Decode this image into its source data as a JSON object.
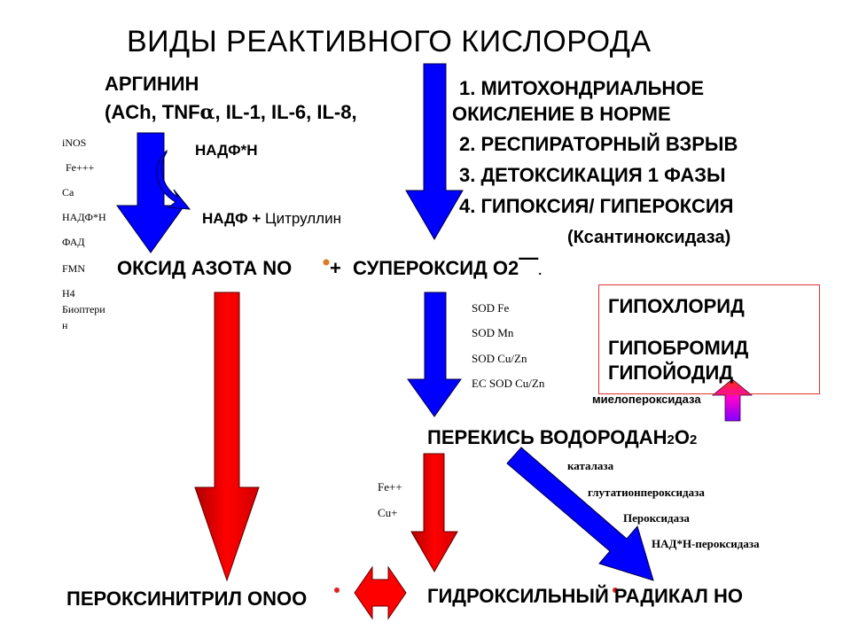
{
  "title": "ВИДЫ РЕАКТИВНОГО КИСЛОРОДА",
  "arginine": {
    "line1": "АРГИНИН",
    "line2_prefix": "(ACh, TNF",
    "line2_alpha": "α",
    "line2_suffix": ", IL-1, IL-6, IL-8,"
  },
  "cofactors": [
    "iNOS",
    "Fe+++",
    "Ca",
    "НАДФ*Н",
    "ФАД",
    "FMN",
    "H4",
    "Биоптери",
    "н"
  ],
  "nadph_top": "НАДФ*Н",
  "nadp_citrulline": {
    "nadp": "НАДФ",
    "plus": "+",
    "citrulline": "Цитруллин"
  },
  "sources": {
    "item1_line1": "1. МИТОХОНДРИАЛЬНОЕ",
    "item1_line2": "ОКИСЛЕНИЕ В НОРМЕ",
    "item2": "2. РЕСПИРАТОРНЫЙ ВЗРЫВ",
    "item3": "3. ДЕТОКСИКАЦИЯ 1 ФАЗЫ",
    "item4": "4. ГИПОКСИЯ/ ГИПЕРОКСИЯ",
    "xanthine": "(Ксантиноксидаза)"
  },
  "nitric_oxide": "ОКСИД АЗОТА NO",
  "plus": "+",
  "superoxide": {
    "label": "СУПЕРОКСИД О2",
    "charge": "—",
    "dot": "."
  },
  "sod_enzymes": [
    "SOD Fe",
    "SOD Mn",
    "SOD Cu/Zn",
    "EC SOD Cu/Zn"
  ],
  "halides": [
    "ГИПОХЛОРИД",
    "ГИПОБРОМИД",
    "ГИПОЙОДИД"
  ],
  "myeloperoxidase": "миелопероксидаза",
  "hydrogen_peroxide": {
    "label": "ПЕРЕКИСЬ ВОДОРОДАН",
    "sub1": "2",
    "o": "О",
    "sub2": "2"
  },
  "peroxide_enzymes": [
    "каталаза",
    "глутатионпероксидаза",
    "Пероксидаза",
    "НАД*Н-пероксидаза"
  ],
  "metals": [
    "Fe++",
    "Cu+"
  ],
  "peroxynitrite": "ПЕРОКСИНИТРИЛ ONOO",
  "hydroxyl_radical": "ГИДРОКСИЛЬНЫЙ РАДИКАЛ  НО",
  "colors": {
    "blue_arrow": "#0000ff",
    "red_arrow": "#ff0000",
    "dark_red": "#990000",
    "purple": "#cc00cc",
    "box_border": "#e03030",
    "dot_orange": "#e07820",
    "dot_red": "#e02020"
  }
}
